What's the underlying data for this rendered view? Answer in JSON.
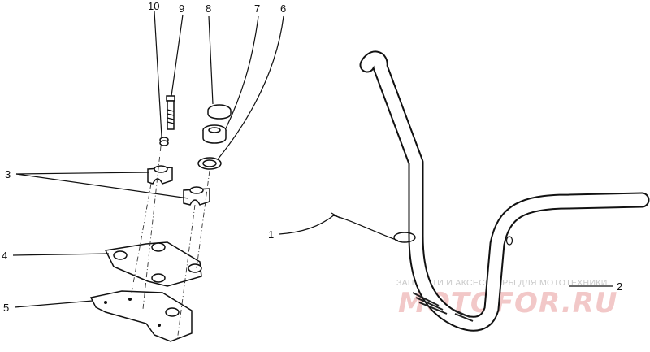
{
  "callouts": [
    {
      "id": "c10",
      "text": "10"
    },
    {
      "id": "c9",
      "text": "9"
    },
    {
      "id": "c8",
      "text": "8"
    },
    {
      "id": "c7",
      "text": "7"
    },
    {
      "id": "c6",
      "text": "6"
    },
    {
      "id": "c3",
      "text": "3"
    },
    {
      "id": "c4",
      "text": "4"
    },
    {
      "id": "c5",
      "text": "5"
    },
    {
      "id": "c1",
      "text": "1"
    },
    {
      "id": "c2",
      "text": "2"
    }
  ],
  "watermark": {
    "tagline": "ЗАПЧАСТИ И АКСЕССУАРЫ ДЛЯ МОТОТЕХНИКИ",
    "brand": "MOTOFOR.RU"
  }
}
